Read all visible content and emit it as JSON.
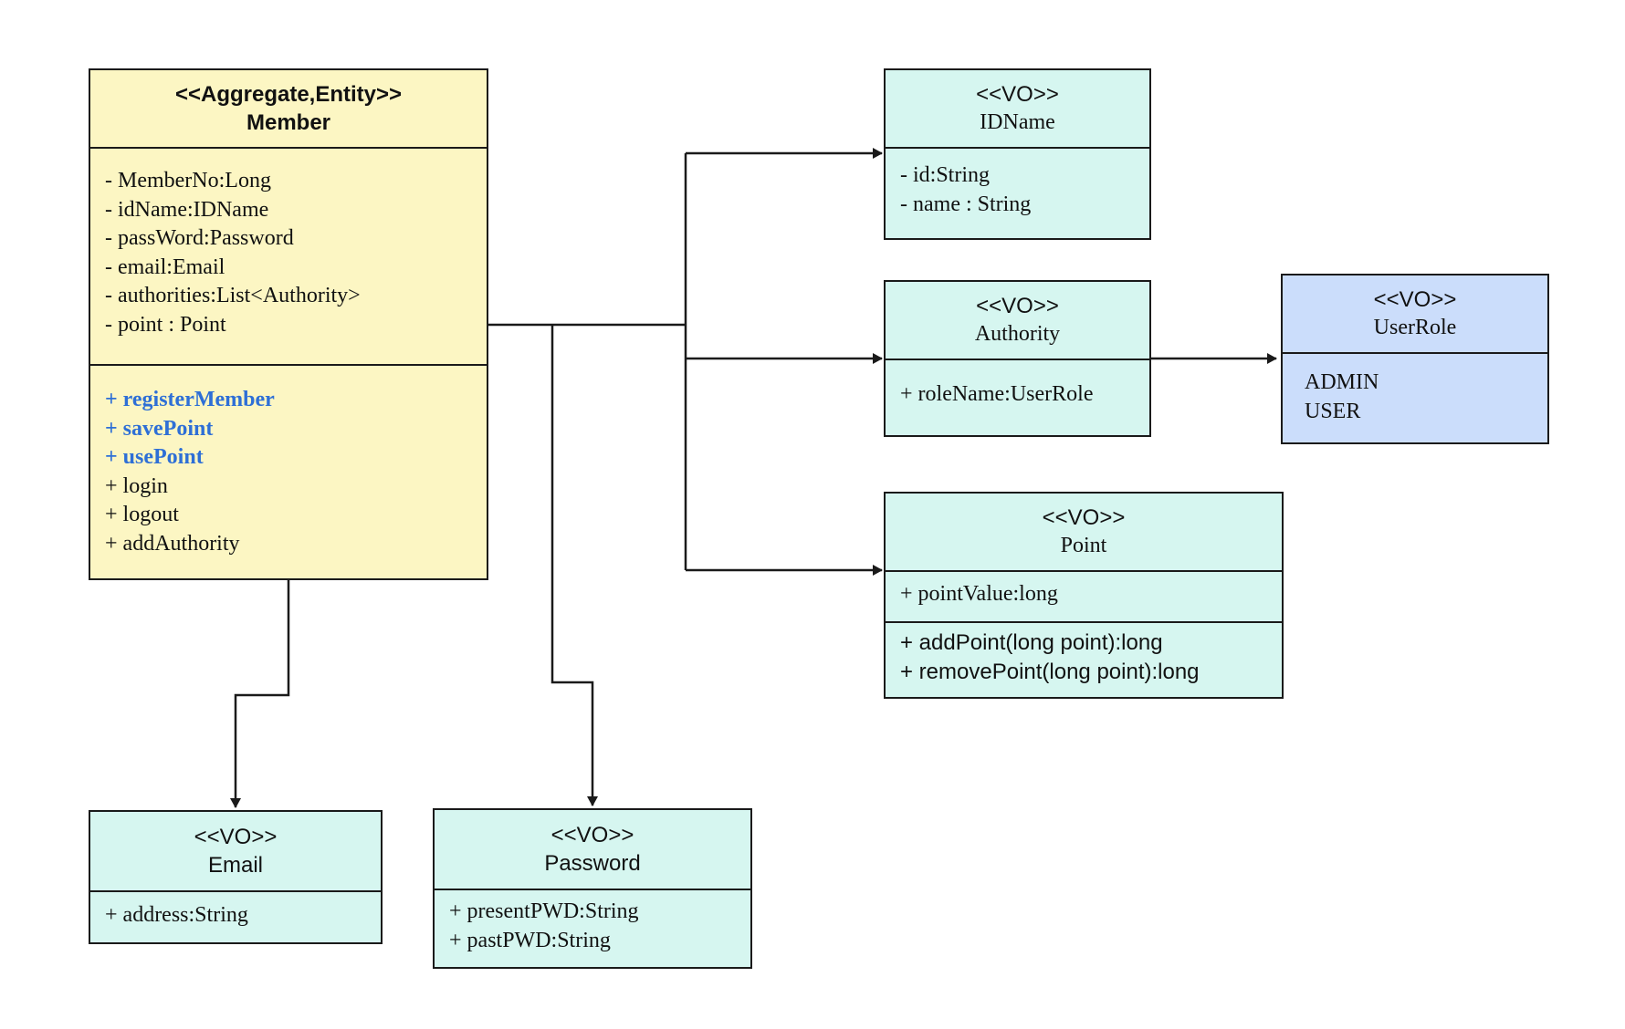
{
  "diagram": {
    "member": {
      "stereotype": "<<Aggregate,Entity>>",
      "name": "Member",
      "attributes": [
        "- MemberNo:Long",
        "- idName:IDName",
        "- passWord:Password",
        "- email:Email",
        "- authorities:List<Authority>",
        "- point : Point"
      ],
      "methods": [
        {
          "text": "+ registerMember",
          "highlight": true
        },
        {
          "text": "+ savePoint",
          "highlight": true
        },
        {
          "text": "+ usePoint",
          "highlight": true
        },
        {
          "text": "+ login",
          "highlight": false
        },
        {
          "text": "+ logout",
          "highlight": false
        },
        {
          "text": "+ addAuthority",
          "highlight": false
        }
      ]
    },
    "idname": {
      "stereotype": "<<VO>>",
      "name": "IDName",
      "attributes": [
        "- id:String",
        "- name : String"
      ]
    },
    "authority": {
      "stereotype": "<<VO>>",
      "name": "Authority",
      "attributes": [
        "+ roleName:UserRole"
      ]
    },
    "userrole": {
      "stereotype": "<<VO>>",
      "name": "UserRole",
      "values": [
        "ADMIN",
        "USER"
      ]
    },
    "point": {
      "stereotype": "<<VO>>",
      "name": "Point",
      "attributes": [
        "+ pointValue:long"
      ],
      "methods": [
        "+ addPoint(long point):long",
        "+ removePoint(long point):long"
      ]
    },
    "email": {
      "stereotype": "<<VO>>",
      "name": "Email",
      "attributes": [
        "+ address:String"
      ]
    },
    "password": {
      "stereotype": "<<VO>>",
      "name": "Password",
      "attributes": [
        "+ presentPWD:String",
        "+ pastPWD:String"
      ]
    }
  },
  "colors": {
    "entity_fill": "#fcf6c3",
    "vo_fill": "#d6f6f0",
    "enum_fill": "#cbddfb",
    "highlight_text": "#2e6fd6",
    "line": "#1a1a1a"
  }
}
